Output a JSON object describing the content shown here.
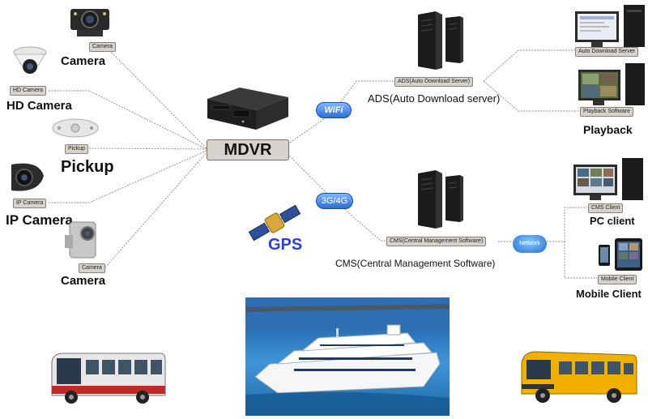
{
  "devices": {
    "camera_top_tag": "Camera",
    "camera_top_label": "Camera",
    "hd_camera_tag": "HD Camera",
    "hd_camera_label": "HD Camera",
    "pickup_tag": "Pickup",
    "pickup_label": "Pickup",
    "ip_camera_tag": "IP Camera",
    "ip_camera_label": "IP Camera",
    "camera_bottom_tag": "Camera",
    "camera_bottom_label": "Camera"
  },
  "hub": {
    "label": "MDVR"
  },
  "links": {
    "wifi": "WiFi",
    "cellular": "3G/4G",
    "gps": "GPS",
    "network": "Network"
  },
  "ads": {
    "tag": "ADS(Auto Download Server)",
    "label": "ADS(Auto Download server)",
    "server_tag": "Auto Download Server",
    "playback_tag": "Playback Software",
    "playback_label": "Playback"
  },
  "cms": {
    "tag": "CMS(Central Management Software)",
    "label": "CMS(Central Management Software)",
    "pc_tag": "CMS Client",
    "pc_label": "PC client",
    "mobile_tag": "Mobile Client",
    "mobile_label": "Mobile Client"
  },
  "colors": {
    "wire": "#8a8a8a",
    "pill_blue": "#2c6fd4",
    "gps_text": "#2a3fd8",
    "tag_fill": "#d8d2cc"
  },
  "icons": [
    "camera-icon",
    "dome-camera-icon",
    "pickup-icon",
    "ip-camera-icon",
    "dvr-device-icon",
    "server-tower-icon",
    "desktop-pc-icon",
    "tablet-icon",
    "phone-icon",
    "satellite-icon",
    "city-bus-icon",
    "cruise-ship-icon",
    "school-bus-icon"
  ]
}
